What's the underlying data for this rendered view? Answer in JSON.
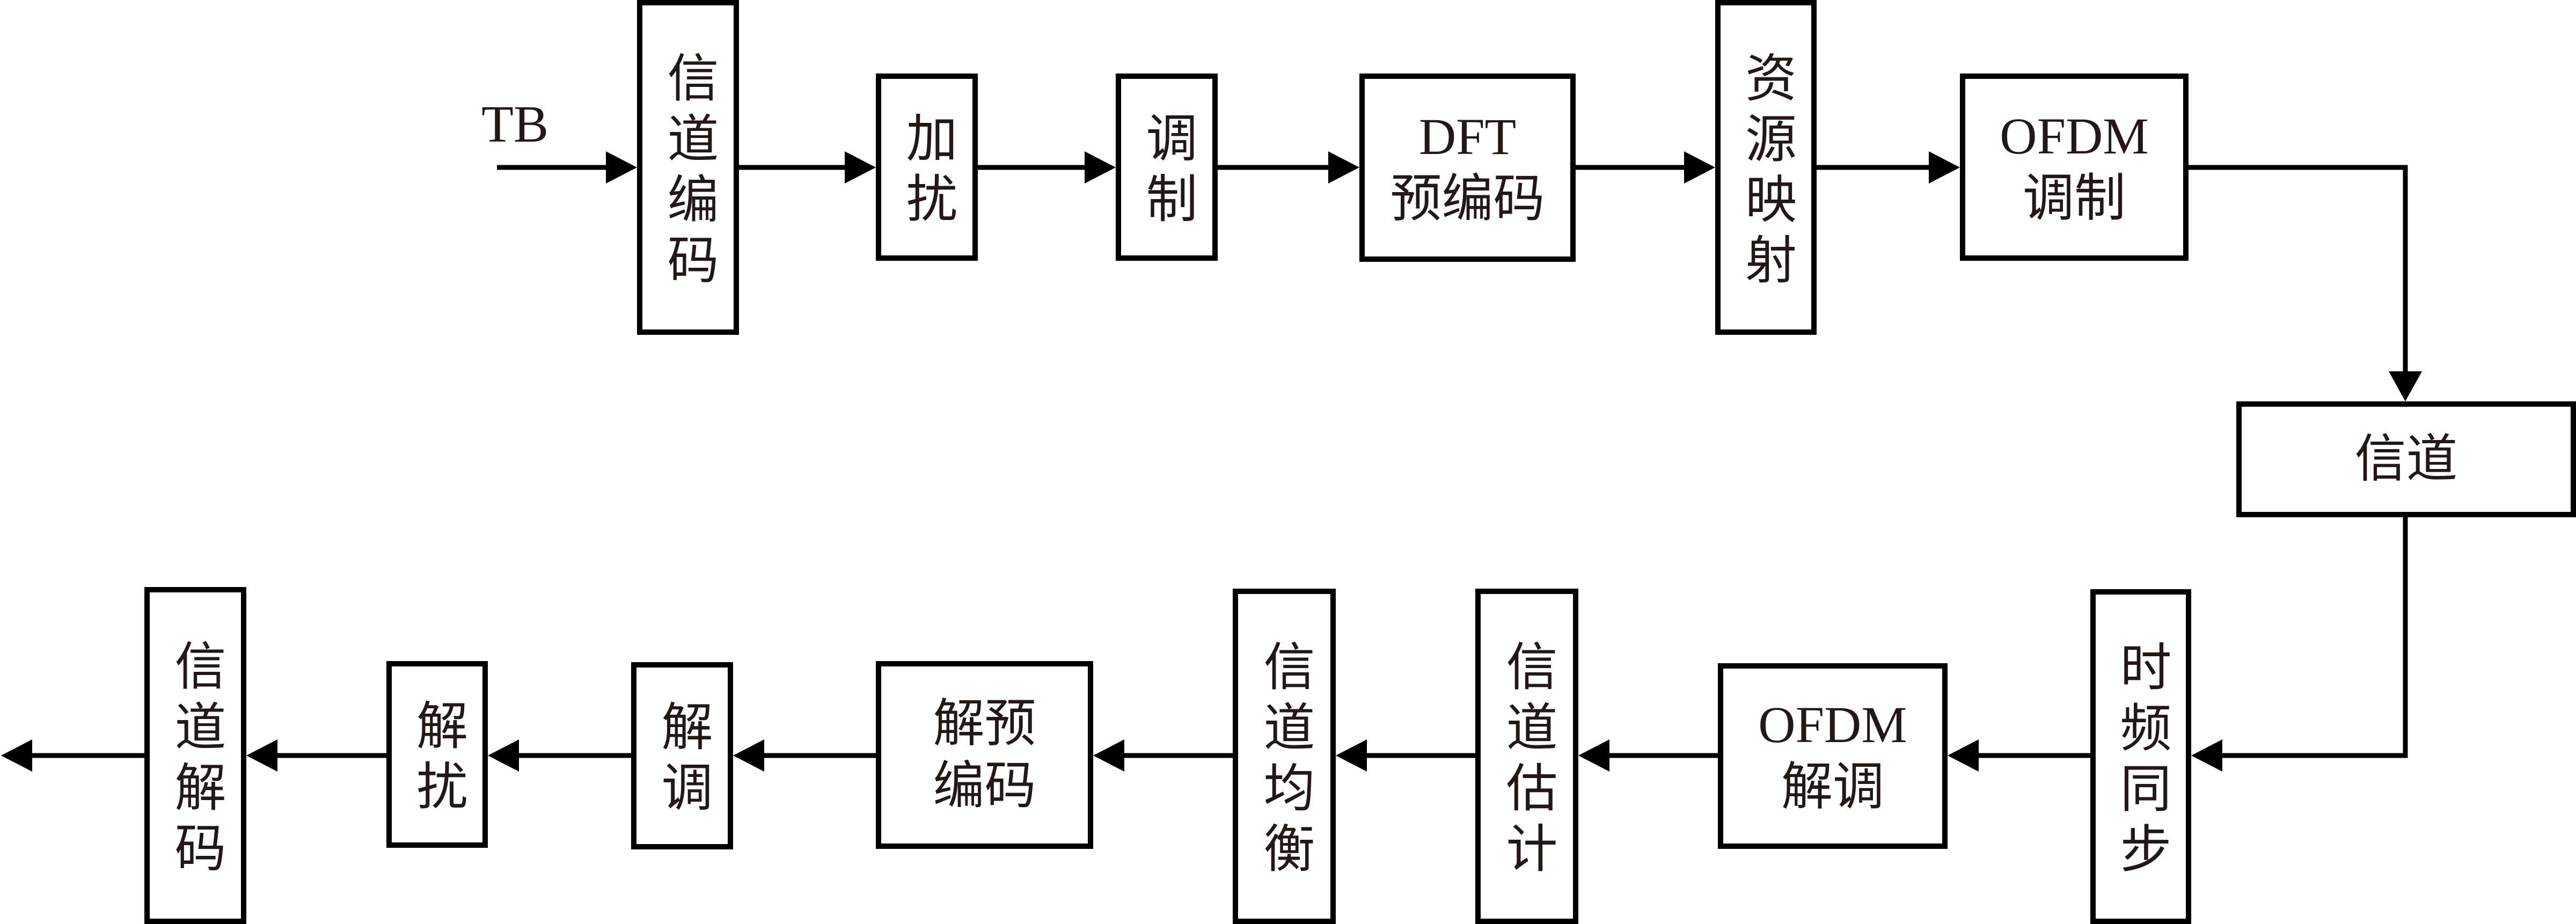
{
  "input_label": "TB",
  "transmitter_chain": [
    {
      "label": "信道编码"
    },
    {
      "label": "加扰"
    },
    {
      "label": "调制"
    },
    {
      "label": "DFT\n预编码"
    },
    {
      "label": "资源映射"
    },
    {
      "label": "OFDM\n调制"
    }
  ],
  "channel": {
    "label": "信道"
  },
  "receiver_chain": [
    {
      "label": "时频同步"
    },
    {
      "label": "OFDM\n解调"
    },
    {
      "label": "信道估计"
    },
    {
      "label": "信道均衡"
    },
    {
      "label": "解预\n编码"
    },
    {
      "label": "解调"
    },
    {
      "label": "解扰"
    },
    {
      "label": "信道解码"
    }
  ],
  "colors": {
    "text": "#231815",
    "line": "#000000",
    "background": "#ffffff"
  }
}
